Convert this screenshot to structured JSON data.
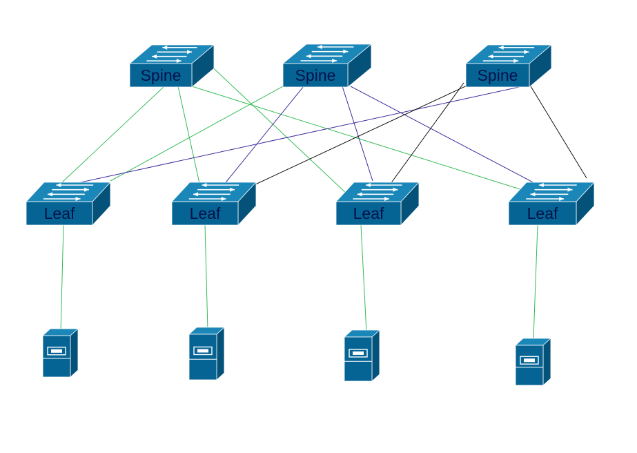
{
  "colors": {
    "device_front": "#066494",
    "device_top": "#1a87b8",
    "device_side": "#04527a",
    "label": "#00124a",
    "link_green": "#33bb55",
    "link_purple": "#3a2a9c",
    "link_black": "#111111"
  },
  "spines": [
    {
      "id": "spine-1",
      "label": "Spine"
    },
    {
      "id": "spine-2",
      "label": "Spine"
    },
    {
      "id": "spine-3",
      "label": "Spine"
    }
  ],
  "leaves": [
    {
      "id": "leaf-1",
      "label": "Leaf"
    },
    {
      "id": "leaf-2",
      "label": "Leaf"
    },
    {
      "id": "leaf-3",
      "label": "Leaf"
    },
    {
      "id": "leaf-4",
      "label": "Leaf"
    }
  ],
  "servers": [
    {
      "id": "server-1",
      "icon": "server-icon"
    },
    {
      "id": "server-2",
      "icon": "server-icon"
    },
    {
      "id": "server-3",
      "icon": "server-icon"
    },
    {
      "id": "server-4",
      "icon": "server-icon"
    }
  ],
  "links": [
    {
      "from": "spine-1",
      "to": "leaf-1",
      "color": "#33bb55"
    },
    {
      "from": "spine-1",
      "to": "leaf-2",
      "color": "#33bb55"
    },
    {
      "from": "spine-1",
      "to": "leaf-3",
      "color": "#33bb55"
    },
    {
      "from": "spine-1",
      "to": "leaf-4",
      "color": "#33bb55"
    },
    {
      "from": "spine-2",
      "to": "leaf-1",
      "color": "#33bb55"
    },
    {
      "from": "spine-2",
      "to": "leaf-2",
      "color": "#3a2a9c"
    },
    {
      "from": "spine-2",
      "to": "leaf-3",
      "color": "#3a2a9c"
    },
    {
      "from": "spine-2",
      "to": "leaf-4",
      "color": "#3a2a9c"
    },
    {
      "from": "spine-3",
      "to": "leaf-1",
      "color": "#3a2a9c"
    },
    {
      "from": "spine-3",
      "to": "leaf-2",
      "color": "#111111"
    },
    {
      "from": "spine-3",
      "to": "leaf-3",
      "color": "#111111"
    },
    {
      "from": "spine-3",
      "to": "leaf-4",
      "color": "#111111"
    },
    {
      "from": "leaf-1",
      "to": "server-1",
      "color": "#33bb55"
    },
    {
      "from": "leaf-2",
      "to": "server-2",
      "color": "#33bb55"
    },
    {
      "from": "leaf-3",
      "to": "server-3",
      "color": "#33bb55"
    },
    {
      "from": "leaf-4",
      "to": "server-4",
      "color": "#33bb55"
    }
  ]
}
